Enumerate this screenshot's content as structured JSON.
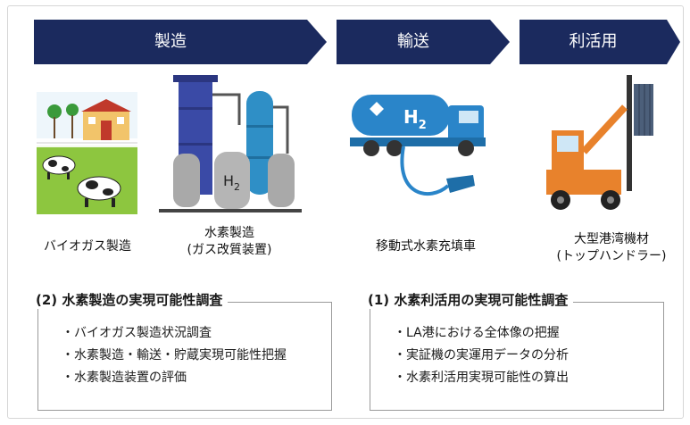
{
  "stages": {
    "production": "製造",
    "transport": "輸送",
    "utilization": "利活用"
  },
  "captions": {
    "biogas": "バイオガス製造",
    "hydrogen_line1": "水素製造",
    "hydrogen_line2": "(ガス改質装置)",
    "truck": "移動式水素充填車",
    "handler_line1": "大型港湾機材",
    "handler_line2": "(トップハンドラー)"
  },
  "tank_label_main": "H",
  "tank_label_sub": "2",
  "truck_label_main": "H",
  "truck_label_sub": "2",
  "box_left": {
    "title": "(2) 水素製造の実現可能性調査",
    "items": [
      "・バイオガス製造状況調査",
      "・水素製造・輸送・貯蔵実現可能性把握",
      "・水素製造装置の評価"
    ]
  },
  "box_right": {
    "title": "(1) 水素利活用の実現可能性調査",
    "items": [
      "・LA港における全体像の把握",
      "・実証機の実運用データの分析",
      "・水素利活用実現可能性の算出"
    ]
  },
  "colors": {
    "banner": "#1b2a5e",
    "tank_blue": "#3a4aa6",
    "tank_teal": "#2f8fc6",
    "gray_tank": "#a9a9a9",
    "truck_blue": "#2a85c9",
    "forklift_orange": "#e8822c"
  }
}
